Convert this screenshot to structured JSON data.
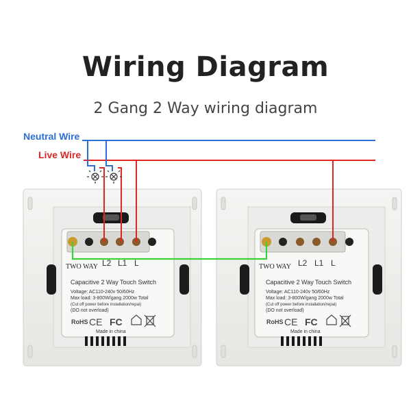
{
  "title": "Wiring Diagram",
  "subtitle": "2 Gang 2 Way wiring diagram",
  "labels": {
    "neutral": "Neutral Wire",
    "live": "Live Wire"
  },
  "switch_left": {
    "brand": "TWO WAY",
    "terminals": [
      "L2",
      "L1",
      "L"
    ],
    "name": "Capacitive 2 Way Touch Switch",
    "voltage": "Voltage: AC110-240v 50/60Hz",
    "max_load": "Max load: 3-800W/gang  2000w Total",
    "warn1": "(Cut off power before installation/repai)",
    "warn2": "(DO not overload)",
    "rohs": "RoHS",
    "made_in": "Made in china"
  },
  "switch_right": {
    "brand": "TWO WAY",
    "terminals": [
      "L2",
      "L1",
      "L"
    ],
    "name": "Capacitive 2 Way Touch Switch",
    "voltage": "Voltage: AC110-240v 50/60Hz",
    "max_load": "Max load: 3-800W/gang  2000w Total",
    "warn1": "(Cut off power before installation/repai)",
    "warn2": "(DO not overload)",
    "rohs": "RoHS",
    "made_in": "Made in china"
  },
  "colors": {
    "neutral": "#2b6fd6",
    "live": "#e02525",
    "link": "#3ad13a"
  }
}
